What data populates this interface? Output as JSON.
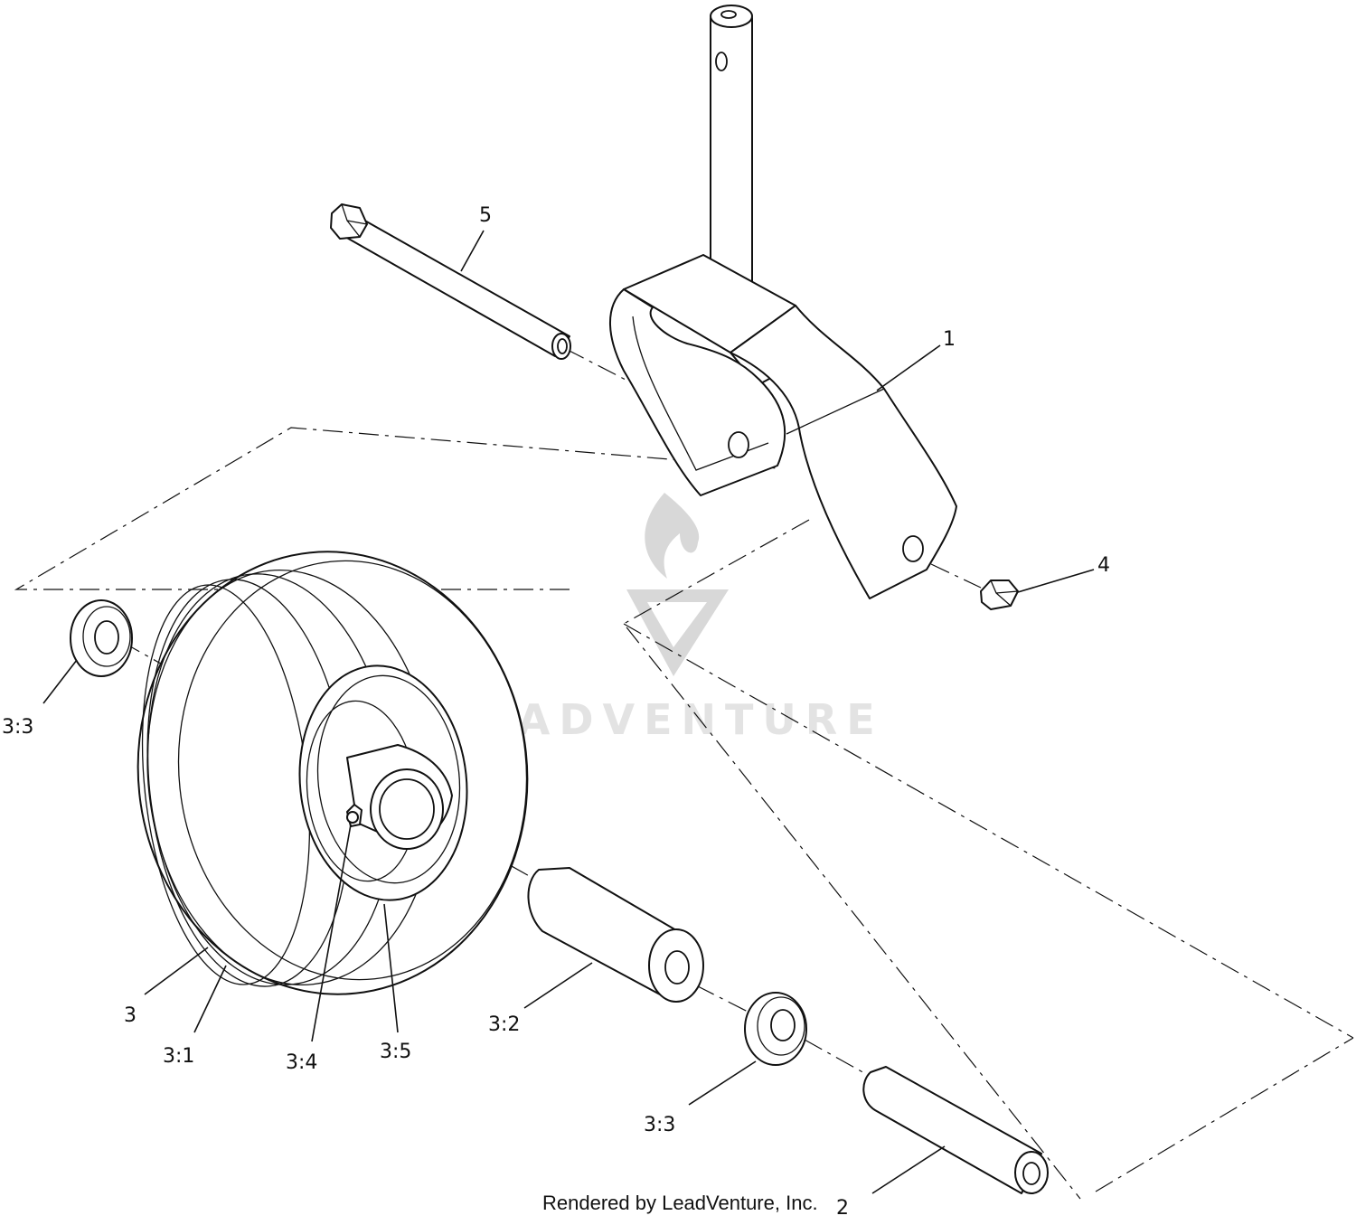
{
  "watermark": {
    "text": "LEADVENTURE",
    "icon": "leadventure-flame-logo"
  },
  "callouts": {
    "c1": "1",
    "c2": "2",
    "c3": "3",
    "c3_1": "3:1",
    "c3_2": "3:2",
    "c3_3a": "3:3",
    "c3_3b": "3:3",
    "c3_4": "3:4",
    "c3_5": "3:5",
    "c4": "4",
    "c5": "5"
  },
  "footer": {
    "credit": "Rendered by LeadVenture, Inc."
  }
}
